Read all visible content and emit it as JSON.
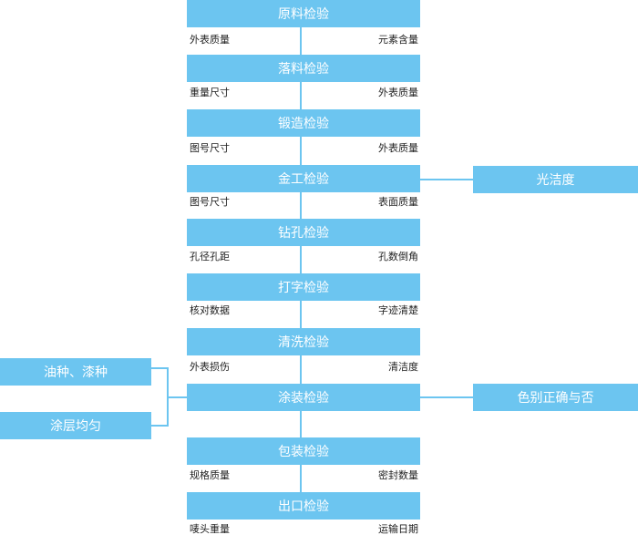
{
  "stages": [
    {
      "title": "原料检验",
      "left_note": "外表质量",
      "right_note": "元素含量"
    },
    {
      "title": "落料检验",
      "left_note": "重量尺寸",
      "right_note": "外表质量"
    },
    {
      "title": "锻造检验",
      "left_note": "图号尺寸",
      "right_note": "外表质量"
    },
    {
      "title": "金工检验",
      "left_note": "图号尺寸",
      "right_note": "表面质量"
    },
    {
      "title": "钻孔检验",
      "left_note": "孔径孔距",
      "right_note": "孔数倒角"
    },
    {
      "title": "打字检验",
      "left_note": "核对数据",
      "right_note": "字迹清楚"
    },
    {
      "title": "清洗检验",
      "left_note": "外表损伤",
      "right_note": "清洁度"
    },
    {
      "title": "涂装检验",
      "left_note": "",
      "right_note": ""
    },
    {
      "title": "包装检验",
      "left_note": "规格质量",
      "right_note": "密封数量"
    },
    {
      "title": "出口检验",
      "left_note": "唛头重量",
      "right_note": "运输日期"
    }
  ],
  "side_boxes": {
    "finishing": "光洁度",
    "color_check": "色别正确与否",
    "oil_paint": "油种、漆种",
    "coating_even": "涂层均匀"
  },
  "colors": {
    "box": "#6cc5f0",
    "text": "#ffffff",
    "note": "#222222"
  }
}
